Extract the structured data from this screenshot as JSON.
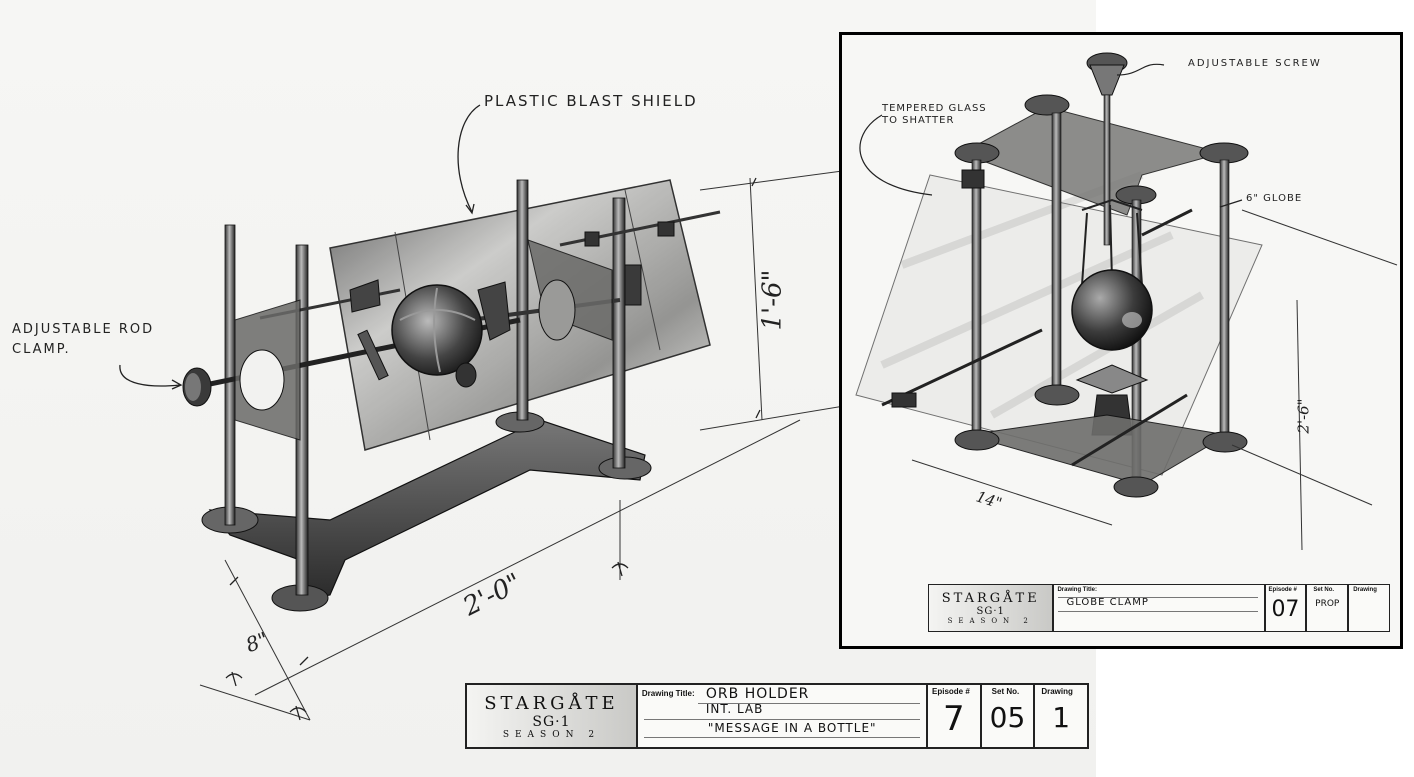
{
  "left_sheet": {
    "callouts": {
      "blast_shield": "PLASTIC BLAST SHIELD",
      "rod_clamp_line1": "ADJUSTABLE ROD",
      "rod_clamp_line2": "CLAMP."
    },
    "dimensions": {
      "height": "1'-6\"",
      "length": "2'-0\"",
      "depth": "8\""
    },
    "title_block": {
      "logo": "STARGÅTE",
      "series": "SG·1",
      "season": "SEASON 2",
      "drawing_title_label": "Drawing Title:",
      "title_line1": "ORB HOLDER",
      "title_line2": "INT. LAB",
      "title_line3": "\"MESSAGE IN A BOTTLE\"",
      "episode_label": "Episode #",
      "set_label": "Set No.",
      "drawing_label": "Drawing",
      "episode_value": "7",
      "set_value": "05",
      "drawing_value": "1"
    }
  },
  "right_sheet": {
    "callouts": {
      "screw": "ADJUSTABLE SCREW",
      "glass_line1": "TEMPERED GLASS",
      "glass_line2": "TO SHATTER",
      "globe": "6\" GLOBE"
    },
    "dimensions": {
      "height": "2'-6\"",
      "width": "14\""
    },
    "title_block": {
      "logo": "STARGÅTE",
      "series": "SG·1",
      "season": "SEASON 2",
      "drawing_title_label": "Drawing Title:",
      "title_line1": "GLOBE CLAMP",
      "episode_label": "Episode #",
      "set_label": "Set No.",
      "drawing_label": "Drawing",
      "episode_value": "07",
      "set_value": "PROP",
      "drawing_value": ""
    }
  }
}
